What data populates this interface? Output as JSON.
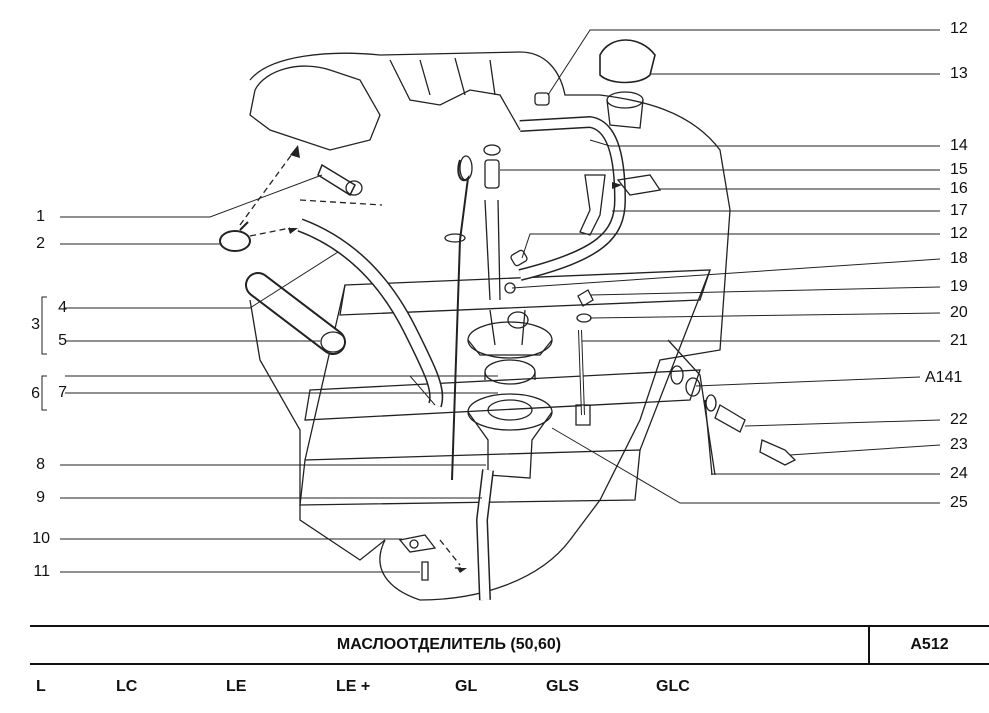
{
  "diagram": {
    "callouts_left": [
      "1",
      "2",
      "3",
      "4",
      "5",
      "6",
      "7",
      "8",
      "9",
      "10",
      "11"
    ],
    "callouts_right": [
      "12",
      "13",
      "14",
      "15",
      "16",
      "17",
      "12",
      "18",
      "19",
      "20",
      "21",
      "A141",
      "22",
      "23",
      "24",
      "25"
    ]
  },
  "title_bar": {
    "title": "МАСЛООТДЕЛИТЕЛЬ (50,60)",
    "code": "A512"
  },
  "variants": [
    "L",
    "LC",
    "LE",
    "LE +",
    "GL",
    "GLS",
    "GLC"
  ]
}
